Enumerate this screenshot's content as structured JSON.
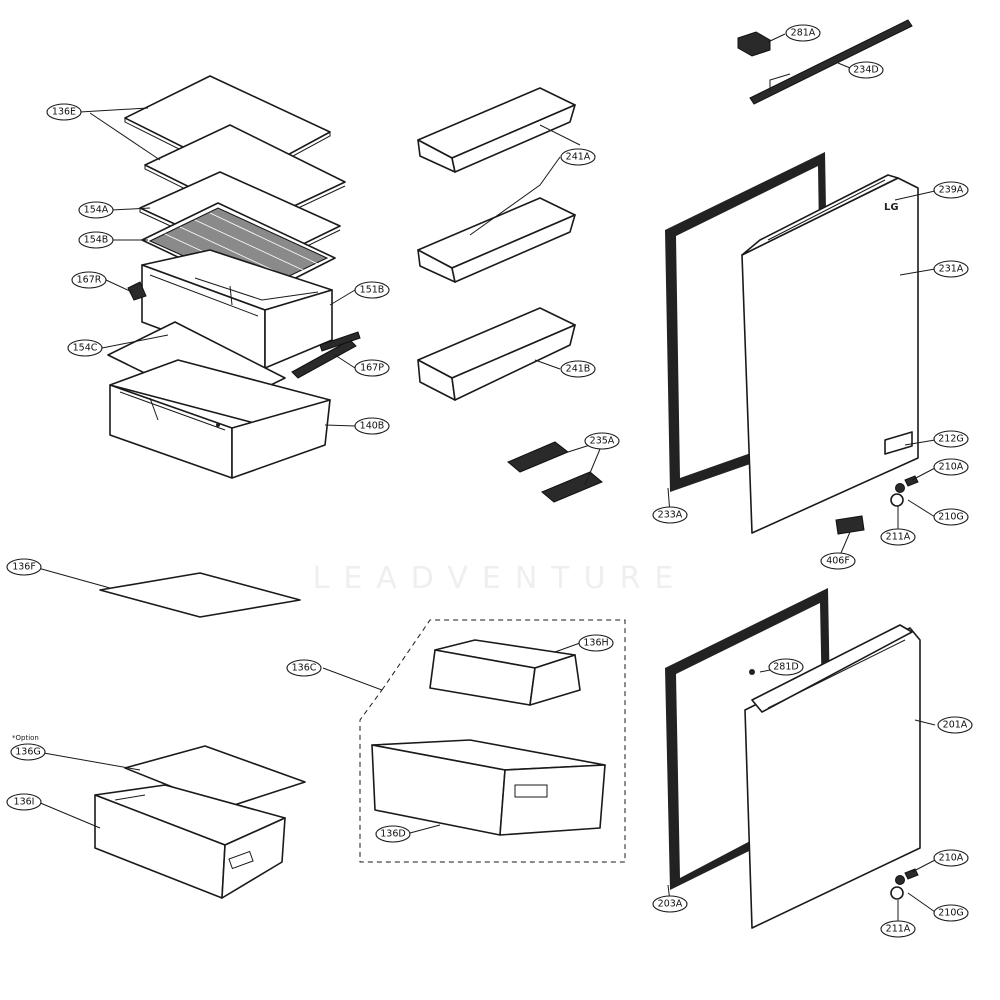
{
  "watermark": "LEADVENTURE",
  "option_note": "*Option",
  "door_logo": "LG",
  "part_labels": {
    "l136E": "136E",
    "l154A": "154A",
    "l154B": "154B",
    "l167R": "167R",
    "l151B": "151B",
    "l154C": "154C",
    "l167P": "167P",
    "l140B": "140B",
    "l241A": "241A",
    "l241B": "241B",
    "l235A": "235A",
    "l281A": "281A",
    "l234D": "234D",
    "l239A": "239A",
    "l231A": "231A",
    "l212G": "212G",
    "l210A_top": "210A",
    "l210G_top": "210G",
    "l211A_top": "211A",
    "l406F": "406F",
    "l233A": "233A",
    "l136F": "136F",
    "l136C": "136C",
    "l136H": "136H",
    "l136D": "136D",
    "l136G": "136G",
    "l136I": "136I",
    "l281D": "281D",
    "l201A": "201A",
    "l203A": "203A",
    "l210A_bot": "210A",
    "l210G_bot": "210G",
    "l211A_bot": "211A"
  }
}
